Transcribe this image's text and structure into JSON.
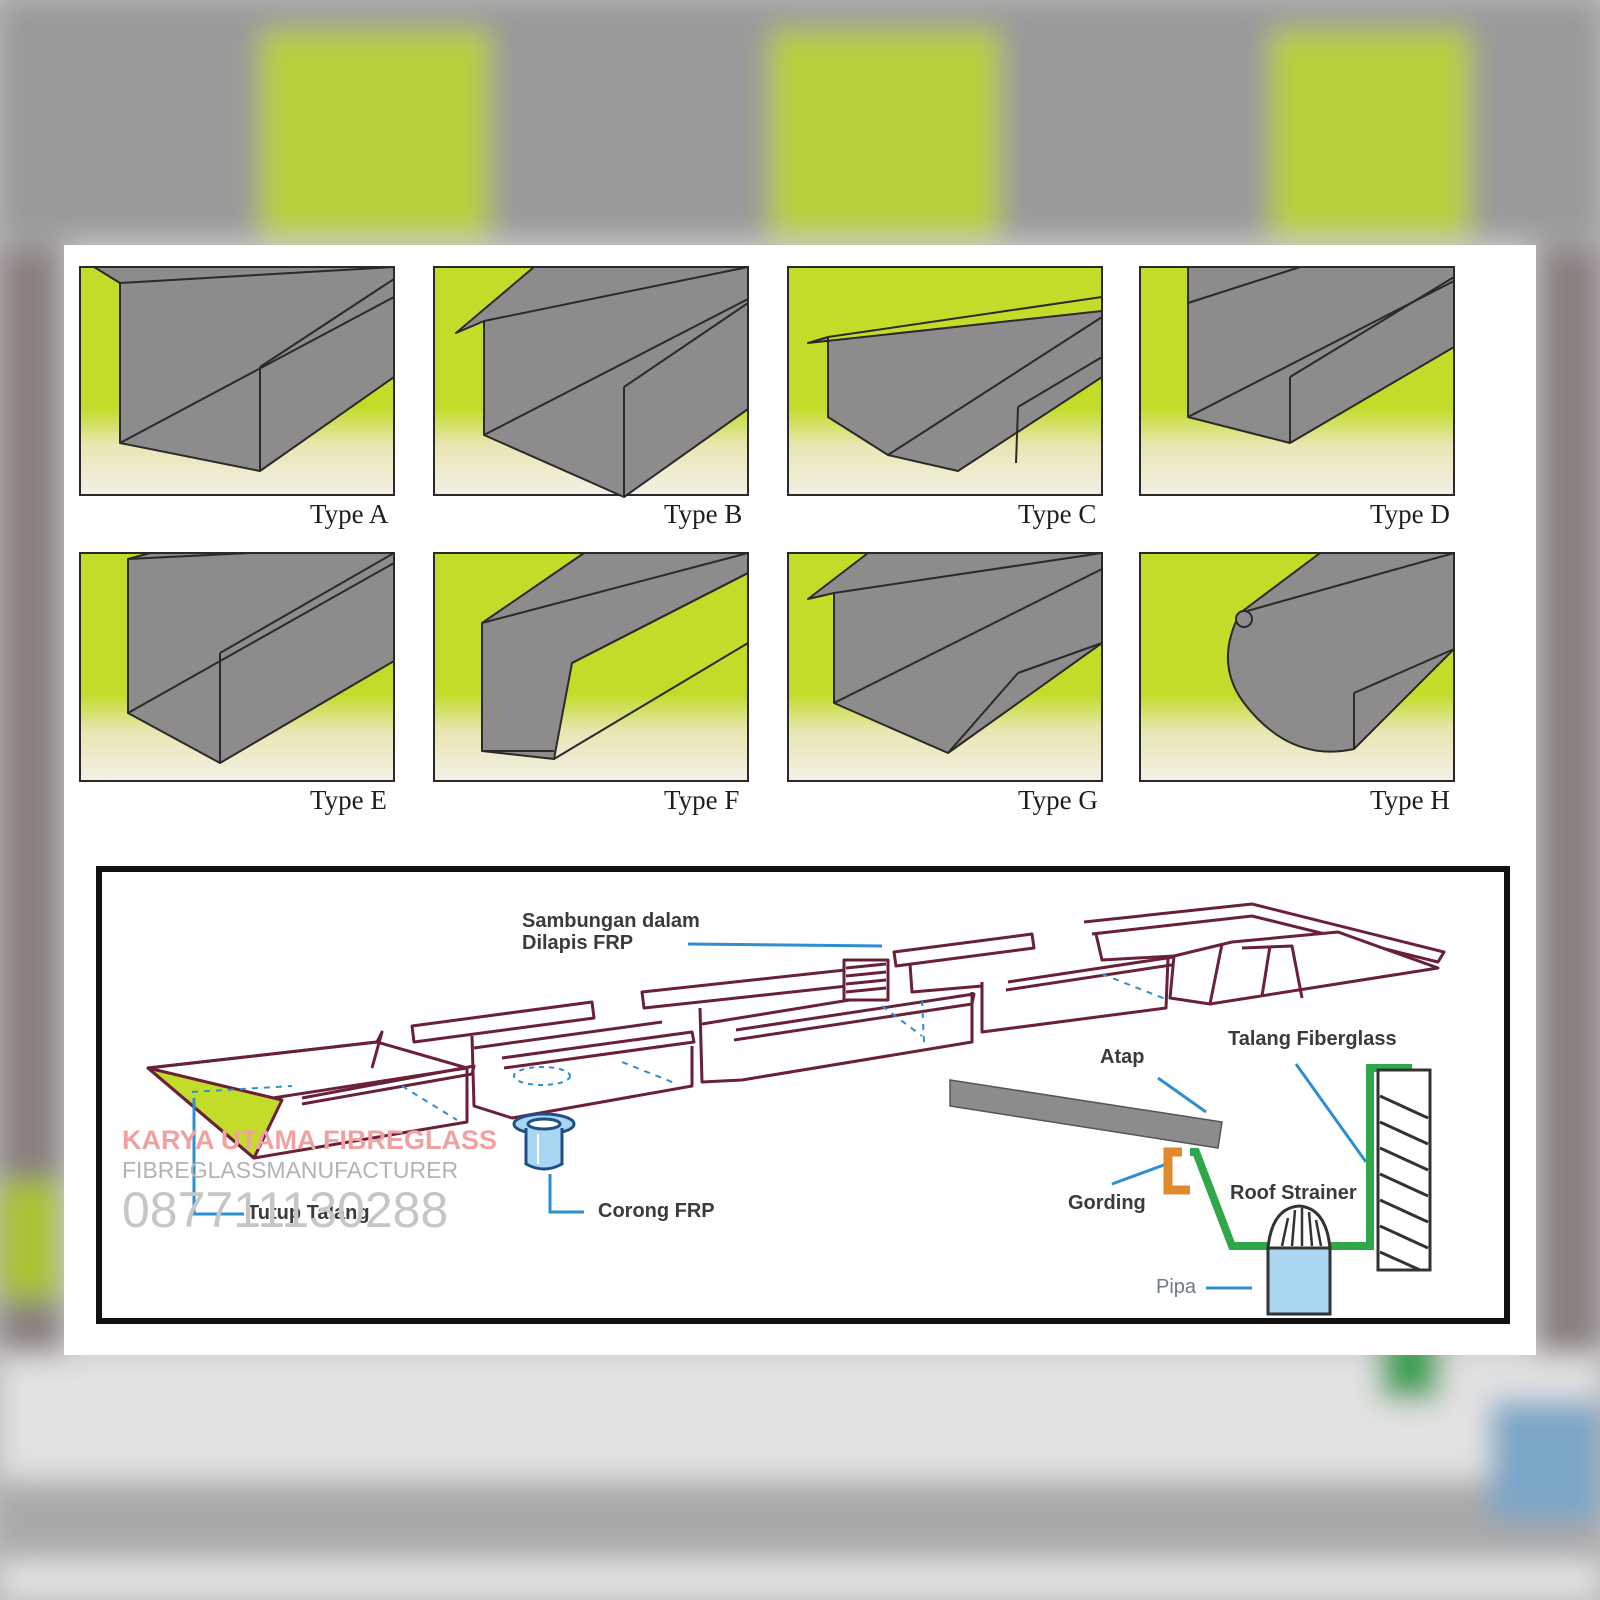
{
  "gutter_types": [
    {
      "label": "Type A"
    },
    {
      "label": "Type B"
    },
    {
      "label": "Type C"
    },
    {
      "label": "Type D"
    },
    {
      "label": "Type E"
    },
    {
      "label": "Type F"
    },
    {
      "label": "Type G"
    },
    {
      "label": "Type H"
    }
  ],
  "installation": {
    "brand": {
      "name": "KARYA UTAMA FIBREGLASS",
      "tagline": "FIBREGLASSMANUFACTURER",
      "phone": "087711130288"
    },
    "callouts": {
      "joint_line1": "Sambungan dalam",
      "joint_line2": "Dilapis FRP",
      "end_cap": "Tutup Talang",
      "funnel": "Corong FRP",
      "roof": "Atap",
      "gutter": "Talang Fiberglass",
      "purlin": "Gording",
      "strainer": "Roof Strainer",
      "pipe": "Pipa"
    }
  },
  "colors": {
    "panel_green": "#c3dc2a",
    "profile_gray": "#8d8b8c",
    "outline_maroon": "#6a2137",
    "leader_blue": "#2d8fd2",
    "gutter_green": "#2fa84a",
    "purlin_orange": "#e08a2c",
    "brand_pink": "#f0a2a2"
  }
}
